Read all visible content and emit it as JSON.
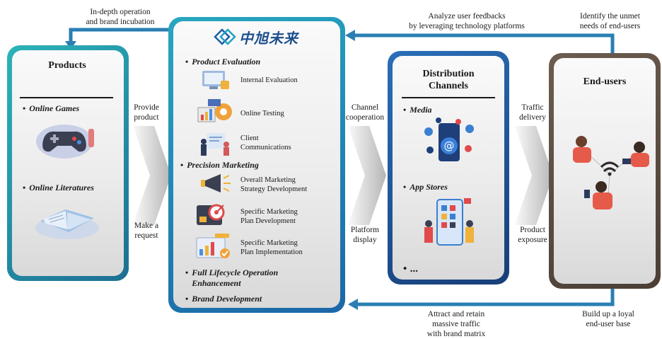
{
  "top_labels": {
    "brand_incubation": "In-depth operation\nand brand incubation",
    "analyze_feedback": "Analyze user feedbacks\nby leveraging technology platforms",
    "identify_needs": "Identify the unmet\nneeds of end-users"
  },
  "bottom_labels": {
    "attract_retain": "Attract and retain\nmassive traffic\nwith brand matrix",
    "loyal_base": "Build up a loyal\nend-user base"
  },
  "products": {
    "title": "Products",
    "items": [
      "Online Games",
      "Online Literatures"
    ]
  },
  "flow_labels": {
    "provide_product": "Provide\nproduct",
    "make_request": "Make a\nrequest",
    "channel_cooperation": "Channel\ncooperation",
    "platform_display": "Platform\ndisplay",
    "traffic_delivery": "Traffic\ndelivery",
    "product_exposure": "Product\nexposure"
  },
  "center": {
    "logo_text": "中旭未来",
    "sections": [
      {
        "title": "Product Evaluation",
        "items": [
          "Internal Evaluation",
          "Online Testing",
          "Client\nCommunications"
        ]
      },
      {
        "title": "Precision Marketing",
        "items": [
          "Overall Marketing\nStrategy Development",
          "Specific Marketing\nPlan Development",
          "Specific Marketing\nPlan Implementation"
        ]
      },
      {
        "title": "Full Lifecycle Operation\nEnhancement",
        "items": []
      },
      {
        "title": "Brand Development",
        "items": []
      }
    ]
  },
  "distribution": {
    "title": "Distribution\nChannels",
    "items": [
      "Media",
      "App Stores",
      "..."
    ]
  },
  "endusers": {
    "title": "End-users"
  },
  "colors": {
    "teal": "#1f8a98",
    "blue": "#1f6fb8",
    "navy": "#1c4a86",
    "brown": "#6b5a4d"
  }
}
